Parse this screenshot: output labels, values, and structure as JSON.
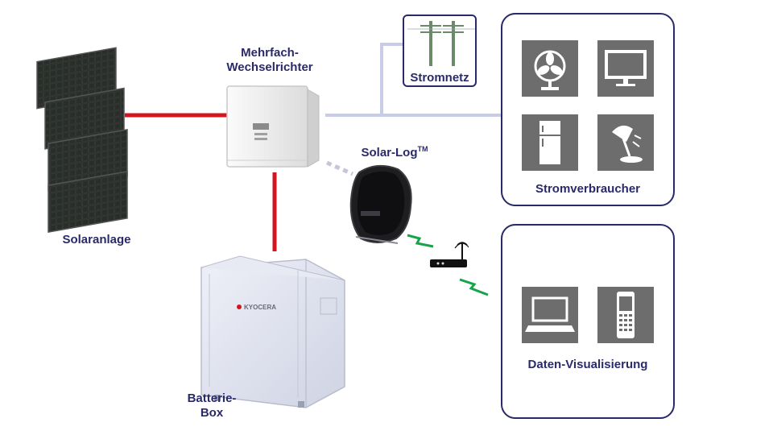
{
  "labels": {
    "inverter_line1": "Mehrfach-",
    "inverter_line2": "Wechselrichter",
    "grid": "Stromnetz",
    "solarlog": "Solar-Log",
    "solarlog_tm": "TM",
    "solar": "Solaranlage",
    "battery_line1": "Batterie-",
    "battery_line2": "Box",
    "consumers": "Stromverbraucher",
    "visual": "Daten-Visualisierung"
  },
  "brand": {
    "logo_text": "KYOCERA"
  },
  "colors": {
    "dc_line": "#d3161e",
    "ac_line": "#c8cce6",
    "data_line": "#c6c6d8",
    "wireless": "#17a34a",
    "frame": "#2a2a6a",
    "tile": "#6d6d6d",
    "text": "#2a2a6a"
  },
  "icons": {
    "consumers": [
      "fan-icon",
      "monitor-icon",
      "fridge-icon",
      "lamp-icon"
    ],
    "visual": [
      "laptop-icon",
      "mobile-phone-icon"
    ],
    "grid": "power-pylon-icon",
    "router": "router-icon"
  }
}
